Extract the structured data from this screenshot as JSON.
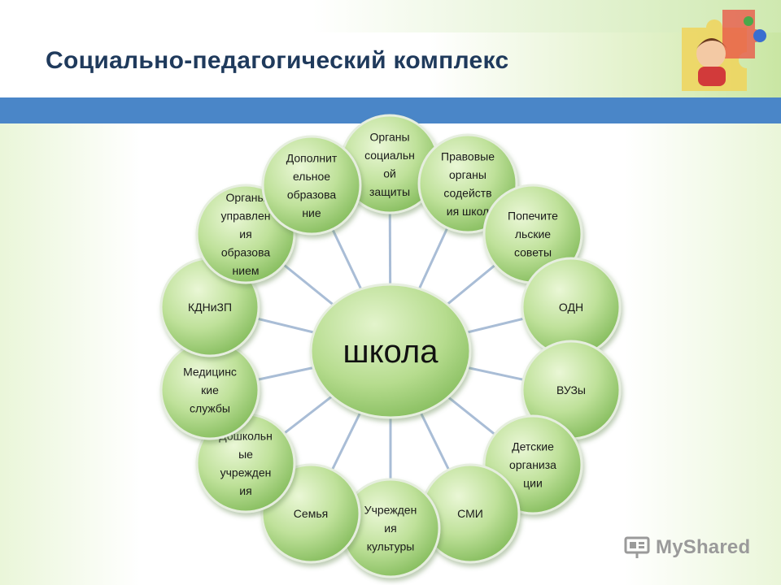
{
  "slide": {
    "title": "Социально-педагогический комплекс",
    "watermark": "MyShared"
  },
  "diagram": {
    "center": "школа",
    "nodes": [
      {
        "label_lines": [
          "Органы",
          "социальн",
          "ой",
          "защиты"
        ]
      },
      {
        "label_lines": [
          "Правовые",
          "органы",
          "содейств",
          "ия школ"
        ]
      },
      {
        "label_lines": [
          "Попечите",
          "льские",
          "советы"
        ]
      },
      {
        "label_lines": [
          "ОДН"
        ]
      },
      {
        "label_lines": [
          "ВУЗы"
        ]
      },
      {
        "label_lines": [
          "Детские",
          "организа",
          "ции"
        ]
      },
      {
        "label_lines": [
          "СМИ"
        ]
      },
      {
        "label_lines": [
          "Учрежден",
          "ия",
          "культуры"
        ]
      },
      {
        "label_lines": [
          "Семья"
        ]
      },
      {
        "label_lines": [
          "Дошкольн",
          "ые",
          "учрежден",
          "ия"
        ]
      },
      {
        "label_lines": [
          "Медицинс",
          "кие",
          "службы"
        ]
      },
      {
        "label_lines": [
          "КДНиЗП"
        ]
      },
      {
        "label_lines": [
          "Органы",
          "управлен",
          "ия",
          "образова",
          "нием"
        ]
      },
      {
        "label_lines": [
          "Дополнит",
          "ельное",
          "образова",
          "ние"
        ]
      }
    ]
  },
  "colors": {
    "node_fill_light": "#ddf0c4",
    "node_fill_dark": "#8fc46a",
    "node_edge": "#e6eedf",
    "connector": "#a9bdd6",
    "title": "#1f3a5c",
    "accent_bar": "#4a86c8"
  }
}
